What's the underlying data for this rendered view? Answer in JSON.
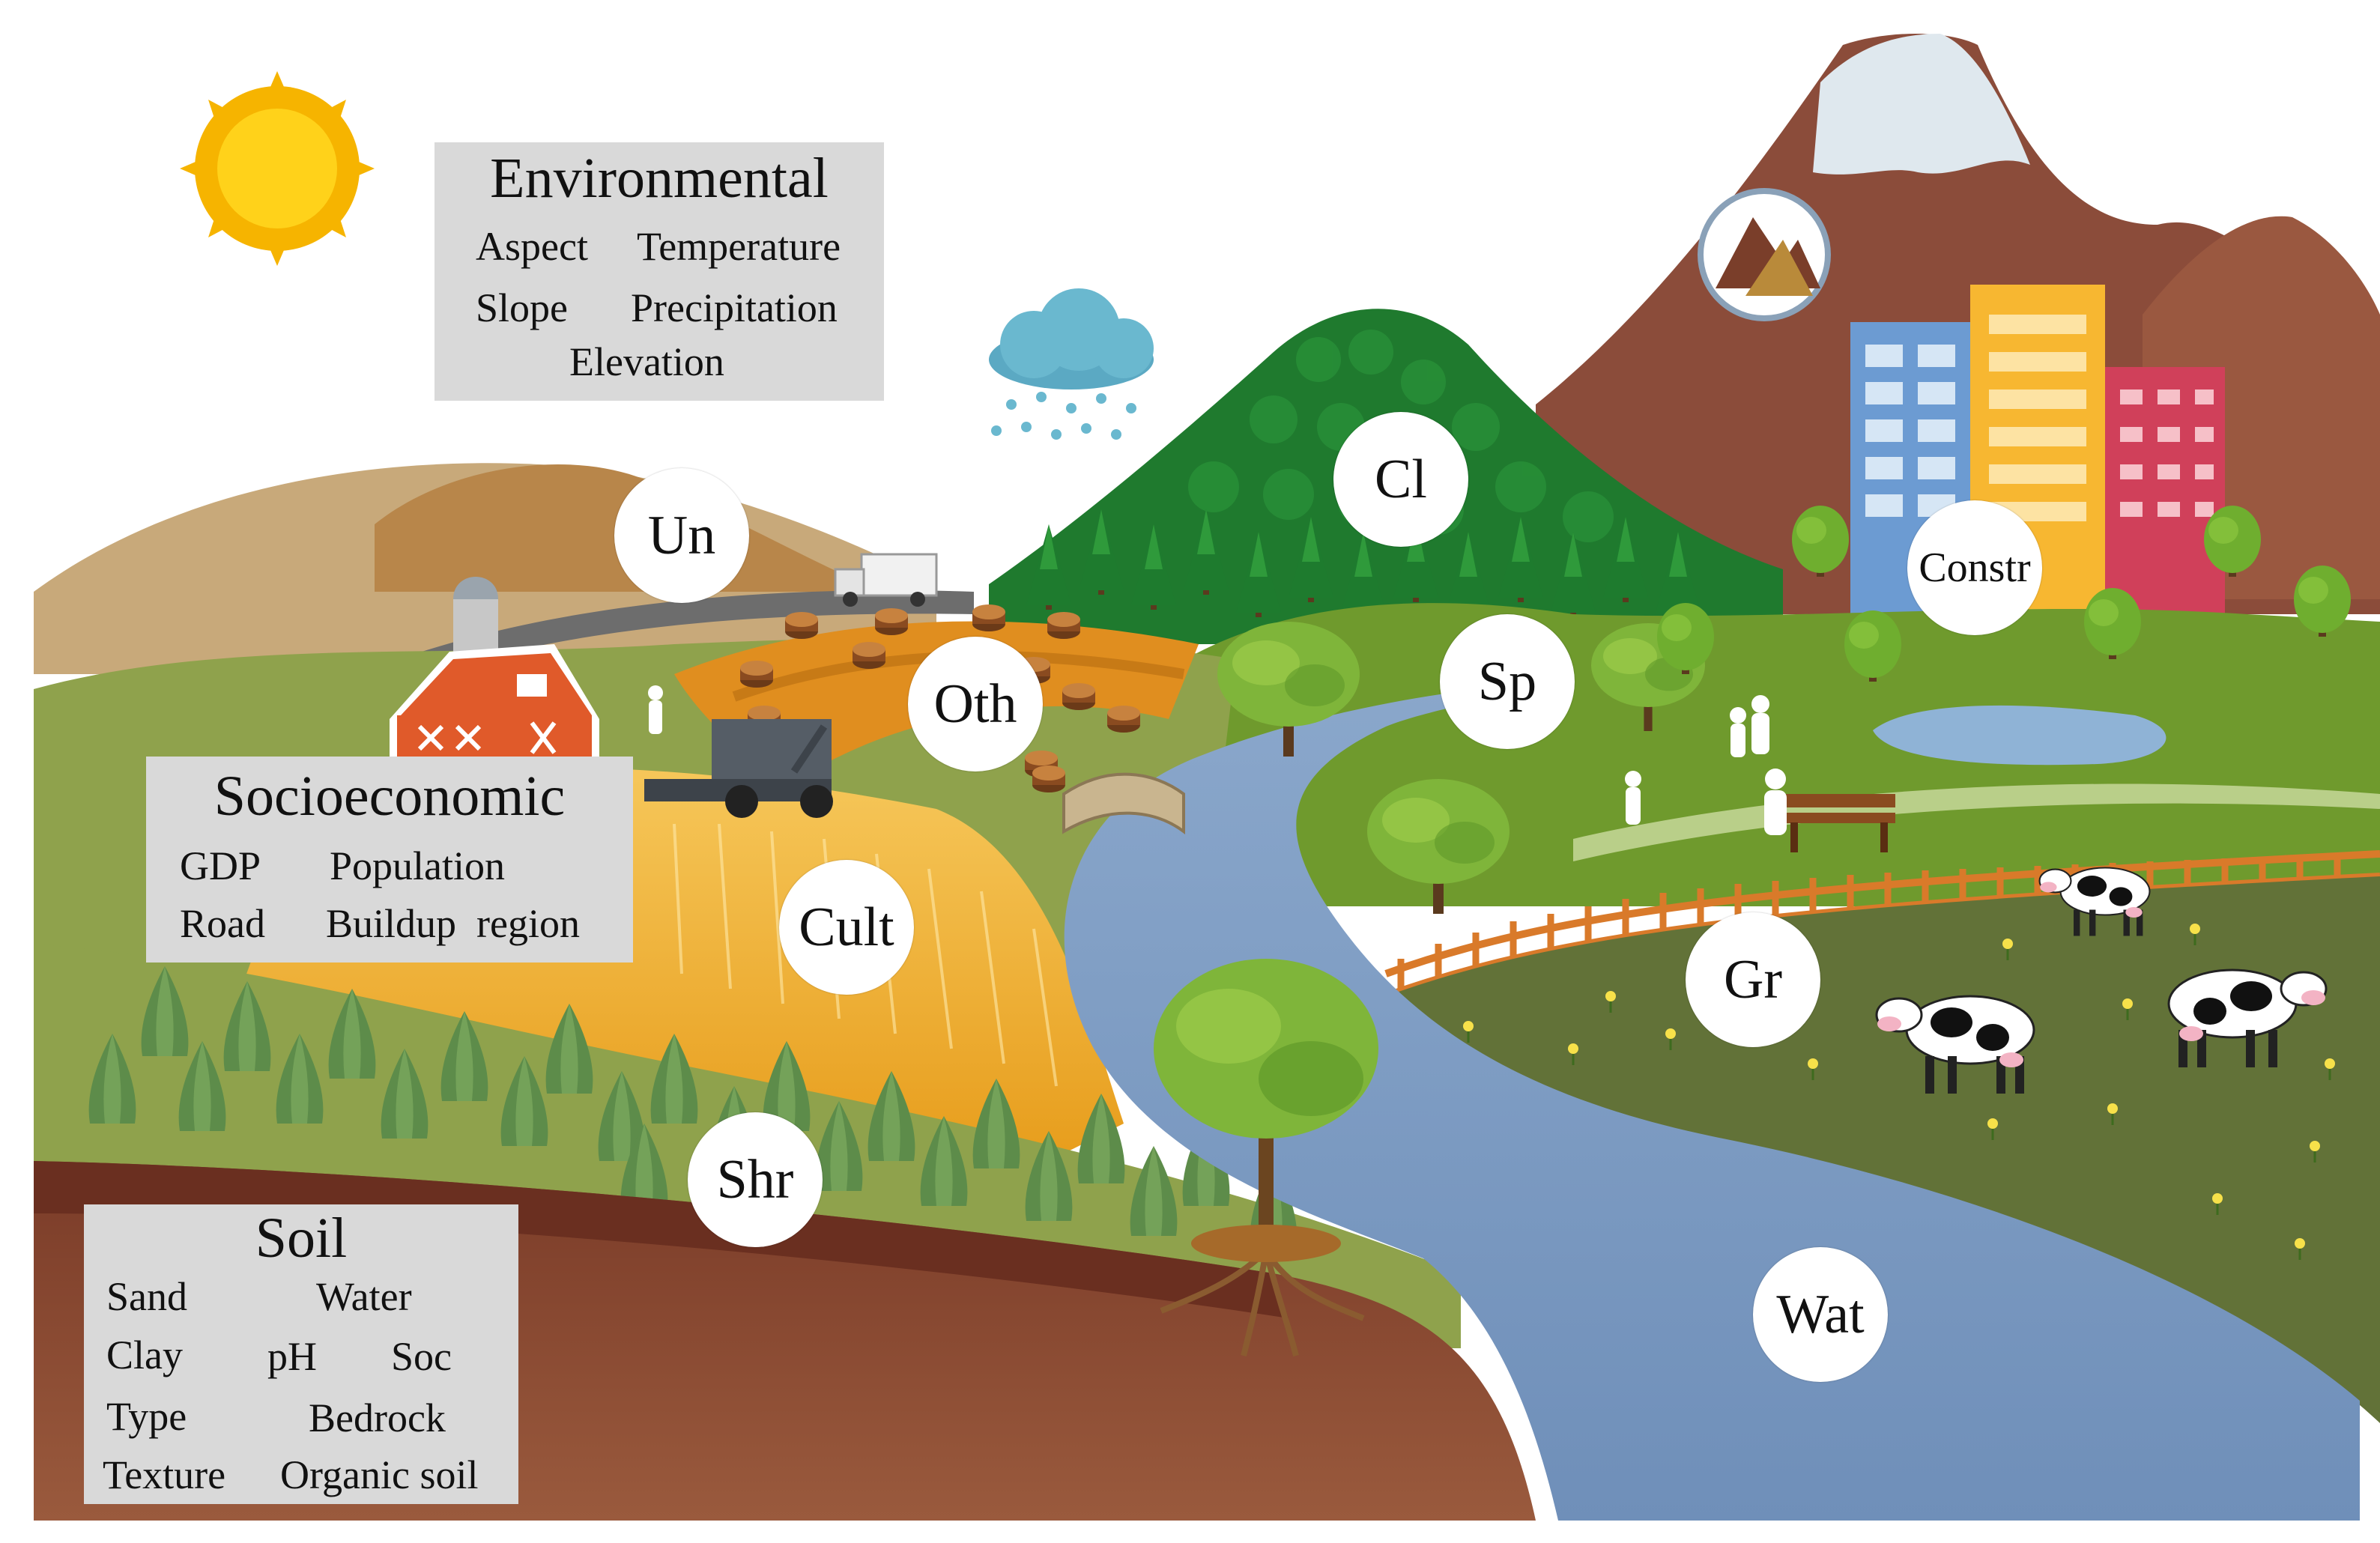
{
  "colors": {
    "sky": "#ffffff",
    "sun": "#f6b400",
    "panel": "#d9d9d9",
    "water": "#7f9dc2",
    "forest": "#1f7a2e",
    "grass": "#6f9a2d",
    "pasture": "#627238",
    "soil": "#8a4a33",
    "wheat": "#f1b733",
    "mountain": "#8b4c3a",
    "snow": "#dfe8ee"
  },
  "panels": {
    "environmental": {
      "title": "Environmental",
      "items": [
        "Aspect",
        "Temperature",
        "Slope",
        "Precipitation",
        "Elevation"
      ]
    },
    "socioeconomic": {
      "title": "Socioeconomic",
      "items": [
        "GDP",
        "Population",
        "Road",
        "Buildup  region"
      ]
    },
    "soil": {
      "title": "Soil",
      "items": [
        "Sand",
        "Water",
        "Clay",
        "pH",
        "Soc",
        "Type",
        "Bedrock",
        "Texture",
        "Organic soil"
      ]
    }
  },
  "land_classes": [
    "Un",
    "Cl",
    "Oth",
    "Sp",
    "Constr",
    "Cult",
    "Gr",
    "Shr",
    "Wat"
  ],
  "icons": [
    "sun-icon",
    "rain-cloud-icon",
    "mountain-icon",
    "barn-icon",
    "silo-icon",
    "truck-icon",
    "harvester-icon",
    "farmer-icon",
    "cow-icon",
    "bench-icon",
    "bridge-icon",
    "building-icon"
  ]
}
